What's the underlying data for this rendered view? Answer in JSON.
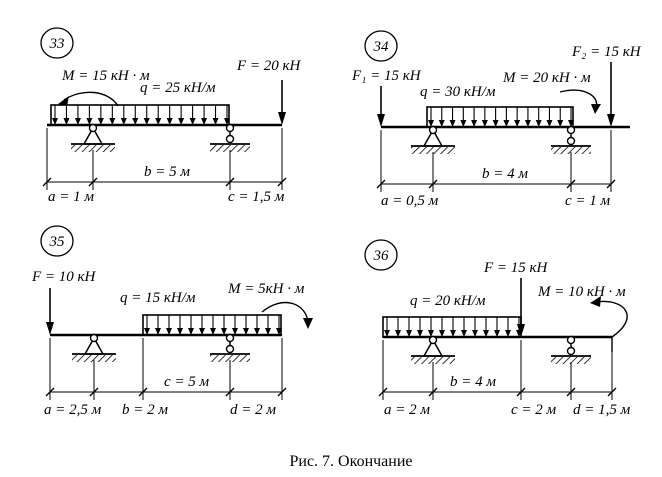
{
  "caption": "Рис. 7. Окончание",
  "problems": [
    {
      "number": "33",
      "moment": "M = 15 кН · м",
      "load": "q = 25 кН/м",
      "force": "F = 20 кН",
      "dims": [
        "a = 1 м",
        "b = 5 м",
        "c = 1,5 м"
      ]
    },
    {
      "number": "34",
      "force1": "F₁ = 15 кН",
      "force2": "F₂ = 15 кН",
      "load": "q = 30 кН/м",
      "moment": "M = 20 кН · м",
      "dims": [
        "a = 0,5 м",
        "b = 4 м",
        "c = 1 м"
      ]
    },
    {
      "number": "35",
      "force": "F = 10 кН",
      "load": "q = 15 кН/м",
      "moment": "M = 5кН · м",
      "dims": [
        "a = 2,5 м",
        "b = 2 м",
        "c = 5 м",
        "d = 2 м"
      ]
    },
    {
      "number": "36",
      "force": "F = 15 кН",
      "load": "q = 20 кН/м",
      "moment": "M = 10 кН · м",
      "dims": [
        "a = 2 м",
        "b = 4 м",
        "c = 2 м",
        "d = 1,5 м"
      ]
    }
  ]
}
